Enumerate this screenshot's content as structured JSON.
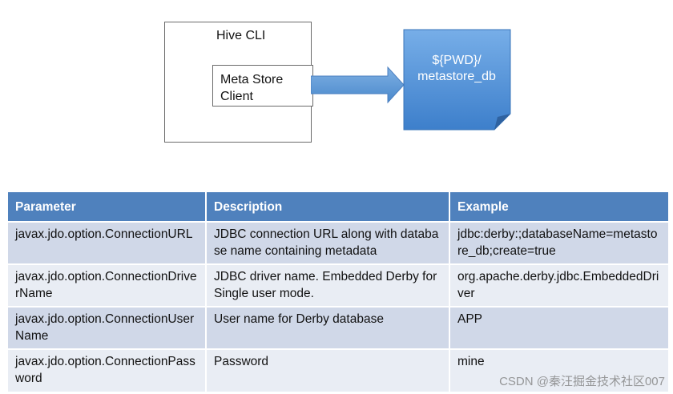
{
  "diagram": {
    "cli_title": "Hive CLI",
    "client_label": [
      "Meta Store",
      "Client"
    ],
    "store_label": [
      "${PWD}/",
      "metastore_db"
    ],
    "colors": {
      "store_fill": "#5b9bd5",
      "arrow_fill": "#5b9bd5",
      "box_border": "#6b6b6b"
    }
  },
  "table": {
    "headers": [
      "Parameter",
      "Description",
      "Example"
    ],
    "rows": [
      [
        "javax.jdo.option.ConnectionURL",
        "JDBC connection URL along with database name containing metadata",
        "jdbc:derby:;databaseName=metastore_db;create=true"
      ],
      [
        "javax.jdo.option.ConnectionDriverName",
        "JDBC driver name. Embedded Derby for Single user mode.",
        "org.apache.derby.jdbc.EmbeddedDriver"
      ],
      [
        "javax.jdo.option.ConnectionUserName",
        "User name for Derby database",
        "APP"
      ],
      [
        "javax.jdo.option.ConnectionPassword",
        "Password",
        "mine"
      ]
    ],
    "colors": {
      "header": "#4f81bd",
      "row_odd": "#d0d8e8",
      "row_even": "#e9edf4"
    }
  },
  "watermark": "CSDN @秦汪掘金技术社区007"
}
